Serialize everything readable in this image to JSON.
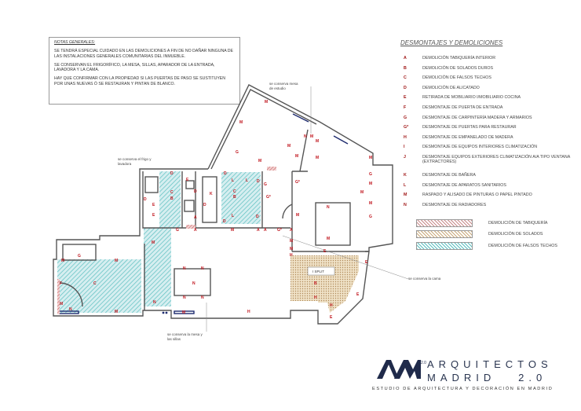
{
  "notes": {
    "title": "NOTAS GENERALES:",
    "paragraphs": [
      "SE TENDRÁ ESPECIAL CUIDADO EN LAS DEMOLICIONES A FIN DE NO DAÑAR NINGUNA DE LAS INSTALACIONES GENERALES COMUNITARIAS DEL INMUEBLE.",
      "SE CONSERVAN EL FRIGORÍFICO, LA MESA, SILLAS, APARADOR DE LA ENTRADA, LAVADORA Y LA CAMA.",
      "HAY QUE CONFIRMAR CON LA PROPIEDAD SI LAS PUERTAS DE PASO SE SUSTITUYEN POR UNAS NUEVAS Ó SE RESTAURAN Y PINTAN DE BLANCO."
    ]
  },
  "legend": {
    "title": "DESMONTAJES Y DEMOLICIONES",
    "items": [
      {
        "key": "A",
        "text": "DEMOLICIÓN TABIQUERÍA INTERIOR"
      },
      {
        "key": "B",
        "text": "DEMOLICIÓN DE SOLADOS DUROS"
      },
      {
        "key": "C",
        "text": "DEMOLICIÓN DE FALSOS TECHOS"
      },
      {
        "key": "D",
        "text": "DEMOLICIÓN DE ALICATADO"
      },
      {
        "key": "E",
        "text": "RETIRADA DE MOBILIARIO I/MOBILIARIO COCINA"
      },
      {
        "key": "F",
        "text": "DESMONTAJE DE PUERTA DE ENTRADA"
      },
      {
        "key": "G",
        "text": "DESMONTAJE DE CARPINTERÍA MADERA Y ARMARIOS"
      },
      {
        "key": "G*",
        "text": "DESMONTAJE DE PUERTAS PARA RESTAURAR"
      },
      {
        "key": "H",
        "text": "DESMONTAJE DE EMPANELADO DE MADERA"
      },
      {
        "key": "I",
        "text": "DESMONTAJE DE EQUIPOS INTERIORES CLIMATIZACIÓN"
      },
      {
        "key": "J",
        "text": "DESMONTAJE EQUIPOS EXTERIORES CLIMATIZACIÓN A/A TIPO VENTANA (EXTRACTORES)"
      },
      {
        "key": "K",
        "text": "DESMONTAJE DE BAÑERA"
      },
      {
        "key": "L",
        "text": "DESMONTAJE DE APARATOS SANITARIOS"
      },
      {
        "key": "M",
        "text": "RASPADO Y ALISADO DE PINTURAS O PAPEL PINTADO"
      },
      {
        "key": "N",
        "text": "DESMONTAJE DE RADIADORES"
      }
    ],
    "swatches": [
      {
        "text": "DEMOLICIÓN DE TABIQUERÍA",
        "color": "#c98a8a"
      },
      {
        "text": "DEMOLICIÓN DE SOLADOS",
        "color": "#c9a97a"
      },
      {
        "text": "DEMOLICIÓN DE FALSOS TECHOS",
        "color": "#5bbfc0"
      }
    ]
  },
  "annotations": {
    "desk": "se conserva mesa de estudio",
    "fridge": "se conserva el frigo y lavadora",
    "table": "se conserva la mesa y las sillas",
    "bed": "se conserva la cama",
    "split": "I   SPLIT"
  },
  "plan": {
    "labels": [
      "M",
      "M",
      "N",
      "M",
      "M",
      "G",
      "M",
      "M",
      "M",
      "M",
      "M",
      "G",
      "M",
      "M",
      "M",
      "G",
      "D",
      "E",
      "D",
      "C",
      "B",
      "D",
      "E",
      "E",
      "A",
      "K",
      "D",
      "D",
      "L",
      "L",
      "D",
      "C",
      "B",
      "L",
      "D",
      "D",
      "G",
      "G*",
      "G*",
      "A",
      "G",
      "A",
      "M",
      "A",
      "G*",
      "A",
      "M",
      "M",
      "N",
      "M",
      "M",
      "H",
      "E",
      "E",
      "E",
      "B",
      "H",
      "H",
      "E",
      "G",
      "M",
      "M",
      "F",
      "C",
      "M",
      "N",
      "M",
      "M",
      "N",
      "N",
      "N",
      "N",
      "N",
      "N",
      "M",
      "H"
    ],
    "colors": {
      "label": "#c0141c",
      "wall": "#555555",
      "ceiling_hatch": "#5bbfc0",
      "floor_hatch": "#b08a5a",
      "partition": "#d98c8c",
      "radiator": "#1d2a6e"
    }
  },
  "logo": {
    "line1": "ARQUITECTOS",
    "line2": "MADRID   2.0",
    "tagline": "ESTUDIO DE ARQUITECTURA Y DECORACIÓN EN MADRID",
    "mark": "AM 2.0"
  }
}
